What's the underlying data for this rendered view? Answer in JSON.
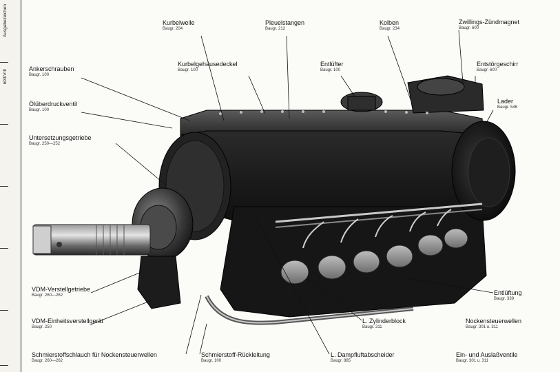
{
  "margin": {
    "top_text": "Ausgabezeichen",
    "mid_text": "603/VIII"
  },
  "labels": [
    {
      "id": "kurbelwelle",
      "name": "Kurbelwelle",
      "unit": "Baugr. 204"
    },
    {
      "id": "pleuelstangen",
      "name": "Pleuelstangen",
      "unit": "Baugr. 212"
    },
    {
      "id": "kolben",
      "name": "Kolben",
      "unit": "Baugr. 234"
    },
    {
      "id": "zuendmagnet",
      "name": "Zwillings-Zündmagnet",
      "unit": "Baugr. 600"
    },
    {
      "id": "kurbelgehaeuse",
      "name": "Kurbelgehäusedeckel",
      "unit": "Baugr. 100"
    },
    {
      "id": "entlufter",
      "name": "Entlüfter",
      "unit": "Baugr. 100"
    },
    {
      "id": "entstoer",
      "name": "Entstörgeschirr",
      "unit": "Baugr. 600"
    },
    {
      "id": "ankerschrauben",
      "name": "Ankerschrauben",
      "unit": "Baugr. 100"
    },
    {
      "id": "oelueber",
      "name": "Ölüberdruckventil",
      "unit": "Baugr. 100"
    },
    {
      "id": "lader",
      "name": "Lader",
      "unit": "Baugr. 546"
    },
    {
      "id": "untersetzung",
      "name": "Untersetzungsgetriebe",
      "unit": "Baugr. 250—252"
    },
    {
      "id": "vdm_verstell",
      "name": "VDM-Verstellgetriebe",
      "unit": "Baugr. 260—262"
    },
    {
      "id": "entlueftung",
      "name": "Entlüftung",
      "unit": "Baugr. 339"
    },
    {
      "id": "vdm_einheit",
      "name": "VDM-Einheitsverstellgerät",
      "unit": "Baugr. 250"
    },
    {
      "id": "zylinderblock",
      "name": "L. Zylinderblock",
      "unit": "Baugr. 311"
    },
    {
      "id": "nocken",
      "name": "Nockensteuerwellen",
      "unit": "Baugr. 301 u. 311"
    },
    {
      "id": "schlauch",
      "name": "Schmierstoffschlauch für Nockensteuerwellen",
      "unit": "Baugr. 260—262"
    },
    {
      "id": "rueckleitung",
      "name": "Schmierstoff-Rückleitung",
      "unit": "Baugr. 100"
    },
    {
      "id": "dampfluft",
      "name": "L. Dampfluftabscheider",
      "unit": "Baugr. 885"
    },
    {
      "id": "ventile",
      "name": "Ein- und Auslaßventile",
      "unit": "Baugr. 301 u. 311"
    }
  ]
}
